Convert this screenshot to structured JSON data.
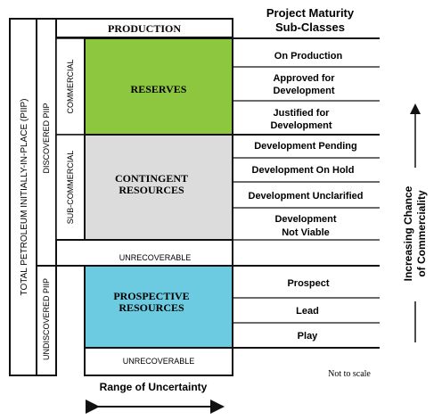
{
  "header": {
    "production": "PRODUCTION",
    "maturity_title_line1": "Project Maturity",
    "maturity_title_line2": "Sub-Classes"
  },
  "axis_labels": {
    "total_piip": "TOTAL PETROLEUM INITIALLY-IN-PLACE (PIIP)",
    "discovered_piip": "DISCOVERED PIIP",
    "undiscovered_piip": "UNDISCOVERED PIIP",
    "commercial": "COMMERCIAL",
    "sub_commercial": "SUB-COMMERCIAL"
  },
  "classes": {
    "reserves": "RESERVES",
    "contingent_line1": "CONTINGENT",
    "contingent_line2": "RESOURCES",
    "prospective_line1": "PROSPECTIVE",
    "prospective_line2": "RESOURCES",
    "unrecoverable_discovered": "UNRECOVERABLE",
    "unrecoverable_undiscovered": "UNRECOVERABLE"
  },
  "subclasses": {
    "on_production": "On Production",
    "approved_line1": "Approved for",
    "approved_line2": "Development",
    "justified_line1": "Justified for",
    "justified_line2": "Development",
    "dev_pending": "Development Pending",
    "dev_on_hold": "Development On Hold",
    "dev_unclarified": "Development Unclarified",
    "dev_not_viable_line1": "Development",
    "dev_not_viable_line2": "Not Viable",
    "prospect": "Prospect",
    "lead": "Lead",
    "play": "Play"
  },
  "chance_label_line1": "Increasing  Chance",
  "chance_label_line2": "of Commerciality",
  "uncertainty_label": "Range of Uncertainty",
  "scale_note": "Not to scale",
  "colors": {
    "reserves": "#8dc63f",
    "contingent": "#dcdcdc",
    "prospective": "#6ccbe0",
    "line": "#111111"
  }
}
